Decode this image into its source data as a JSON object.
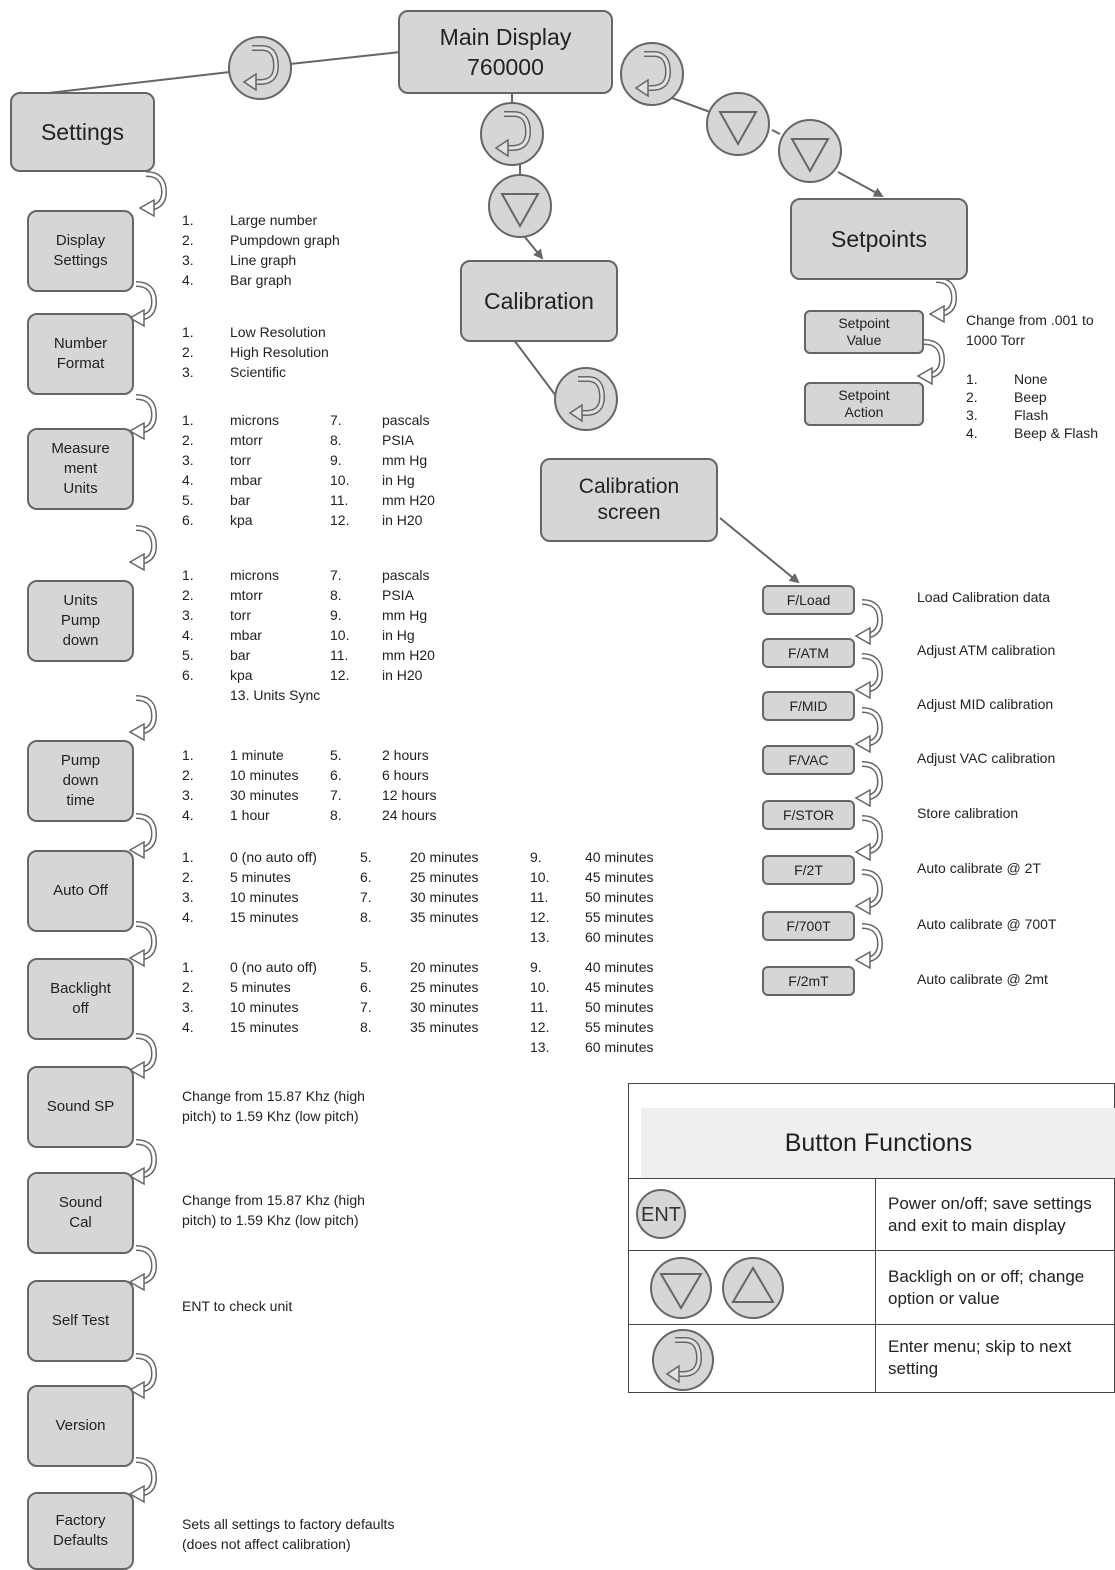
{
  "main": {
    "label": "Main Display\n760000"
  },
  "settings": {
    "title": "Settings",
    "items": [
      {
        "label": "Display\nSettings",
        "options_text": [
          [
            "1.",
            "Large number"
          ],
          [
            "2.",
            "Pumpdown graph"
          ],
          [
            "3.",
            "Line graph"
          ],
          [
            "4.",
            "Bar graph"
          ]
        ]
      },
      {
        "label": "Number\nFormat",
        "options_text": [
          [
            "1.",
            "Low Resolution"
          ],
          [
            "2.",
            "High Resolution"
          ],
          [
            "3.",
            "Scientific"
          ]
        ]
      },
      {
        "label": "Measure\nment\nUnits",
        "options_text": [
          [
            "1.",
            "microns",
            "7.",
            "pascals"
          ],
          [
            "2.",
            "mtorr",
            "8.",
            "PSIA"
          ],
          [
            "3.",
            "torr",
            "9.",
            "mm Hg"
          ],
          [
            "4.",
            "mbar",
            "10.",
            "in Hg"
          ],
          [
            "5.",
            "bar",
            "11.",
            "mm H20"
          ],
          [
            "6.",
            "kpa",
            "12.",
            "in H20"
          ]
        ]
      },
      {
        "label": "Units\nPump\ndown",
        "options_text": [
          [
            "1.",
            "microns",
            "7.",
            "pascals"
          ],
          [
            "2.",
            "mtorr",
            "8.",
            "PSIA"
          ],
          [
            "3.",
            "torr",
            "9.",
            "mm Hg"
          ],
          [
            "4.",
            "mbar",
            "10.",
            "in Hg"
          ],
          [
            "5.",
            "bar",
            "11.",
            "mm H20"
          ],
          [
            "6.",
            "kpa",
            "12.",
            "in H20"
          ]
        ],
        "extra": "13.  Units Sync"
      },
      {
        "label": "Pump\ndown\ntime",
        "options_text": [
          [
            "1.",
            "1 minute",
            "5.",
            "2 hours"
          ],
          [
            "2.",
            "10 minutes",
            "6.",
            "6 hours"
          ],
          [
            "3.",
            "30 minutes",
            "7.",
            "12 hours"
          ],
          [
            "4.",
            "1 hour",
            "8.",
            "24 hours"
          ]
        ]
      },
      {
        "label": "Auto Off",
        "options_text": [
          [
            "1.",
            "0 (no auto off)",
            "5.",
            "20 minutes",
            "9.",
            "40 minutes"
          ],
          [
            "2.",
            "5 minutes",
            "6.",
            "25 minutes",
            "10.",
            "45 minutes"
          ],
          [
            "3.",
            "10 minutes",
            "7.",
            "30 minutes",
            "11.",
            "50 minutes"
          ],
          [
            "4.",
            "15 minutes",
            "8.",
            "35 minutes",
            "12.",
            "55 minutes"
          ],
          [
            "",
            "",
            "",
            "",
            "13.",
            "60 minutes"
          ]
        ]
      },
      {
        "label": "Backlight\noff",
        "options_text": [
          [
            "1.",
            "0 (no auto off)",
            "5.",
            "20 minutes",
            "9.",
            "40 minutes"
          ],
          [
            "2.",
            "5 minutes",
            "6.",
            "25 minutes",
            "10.",
            "45 minutes"
          ],
          [
            "3.",
            "10 minutes",
            "7.",
            "30 minutes",
            "11.",
            "50 minutes"
          ],
          [
            "4.",
            "15 minutes",
            "8.",
            "35 minutes",
            "12.",
            "55 minutes"
          ],
          [
            "",
            "",
            "",
            "",
            "13.",
            "60 minutes"
          ]
        ]
      },
      {
        "label": "Sound SP",
        "note": "Change from 15.87 Khz (high\npitch) to 1.59 Khz (low pitch)"
      },
      {
        "label": "Sound\nCal",
        "note": "Change from 15.87 Khz (high\npitch) to 1.59 Khz (low pitch)"
      },
      {
        "label": "Self Test",
        "note": "ENT to check unit"
      },
      {
        "label": "Version"
      },
      {
        "label": "Factory\nDefaults",
        "note": "Sets all settings to factory defaults\n(does not affect calibration)"
      }
    ]
  },
  "calibration": {
    "title": "Calibration",
    "screen": "Calibration\nscreen",
    "functions": [
      {
        "key": "F/Load",
        "desc": "Load Calibration data"
      },
      {
        "key": "F/ATM",
        "desc": "Adjust ATM calibration"
      },
      {
        "key": "F/MID",
        "desc": "Adjust MID calibration"
      },
      {
        "key": "F/VAC",
        "desc": "Adjust VAC calibration"
      },
      {
        "key": "F/STOR",
        "desc": "Store calibration"
      },
      {
        "key": "F/2T",
        "desc": "Auto calibrate @ 2T"
      },
      {
        "key": "F/700T",
        "desc": "Auto calibrate @ 700T"
      },
      {
        "key": "F/2mT",
        "desc": "Auto calibrate @ 2mt"
      }
    ]
  },
  "setpoints": {
    "title": "Setpoints",
    "value_label": "Setpoint\nValue",
    "value_note": "Change from .001 to\n1000 Torr",
    "action_label": "Setpoint\nAction",
    "action_options": [
      [
        "1.",
        "None"
      ],
      [
        "2.",
        "Beep"
      ],
      [
        "3.",
        "Flash"
      ],
      [
        "4.",
        "Beep & Flash"
      ]
    ]
  },
  "legend": {
    "title": "Button Functions",
    "rows": [
      {
        "icons": [
          "ENT"
        ],
        "desc": "Power on/off; save settings\nand exit to main display"
      },
      {
        "icons": [
          "down-triangle",
          "up-triangle"
        ],
        "desc": "Backligh on or off; change\noption or value"
      },
      {
        "icons": [
          "enter-arrow"
        ],
        "desc": "Enter menu; skip to next\nsetting"
      }
    ]
  },
  "colors": {
    "box_fill": "#d6d6d6",
    "box_stroke": "#666666",
    "arrow": "#666666",
    "legend_header": "#efefef"
  }
}
